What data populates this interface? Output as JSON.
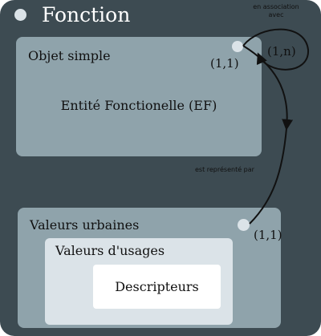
{
  "title": "Fonction",
  "objet": {
    "label": "Objet simple",
    "content": "Entité Fonctionelle (EF)",
    "cardinality": "(1,1)"
  },
  "self_relation": {
    "label_line1": "en association",
    "label_line2": "avec",
    "cardinality": "(1,n)"
  },
  "link": {
    "label": "est représenté par"
  },
  "valeurs": {
    "label": "Valeurs urbaines",
    "cardinality": "(1,1)",
    "usages": {
      "label": "Valeurs d'usages",
      "descripteurs": "Descripteurs"
    }
  },
  "colors": {
    "background": "#3d4b52",
    "box": "#8fa3ab",
    "inner_box": "#dbe3e8",
    "innermost_box": "#ffffff"
  }
}
